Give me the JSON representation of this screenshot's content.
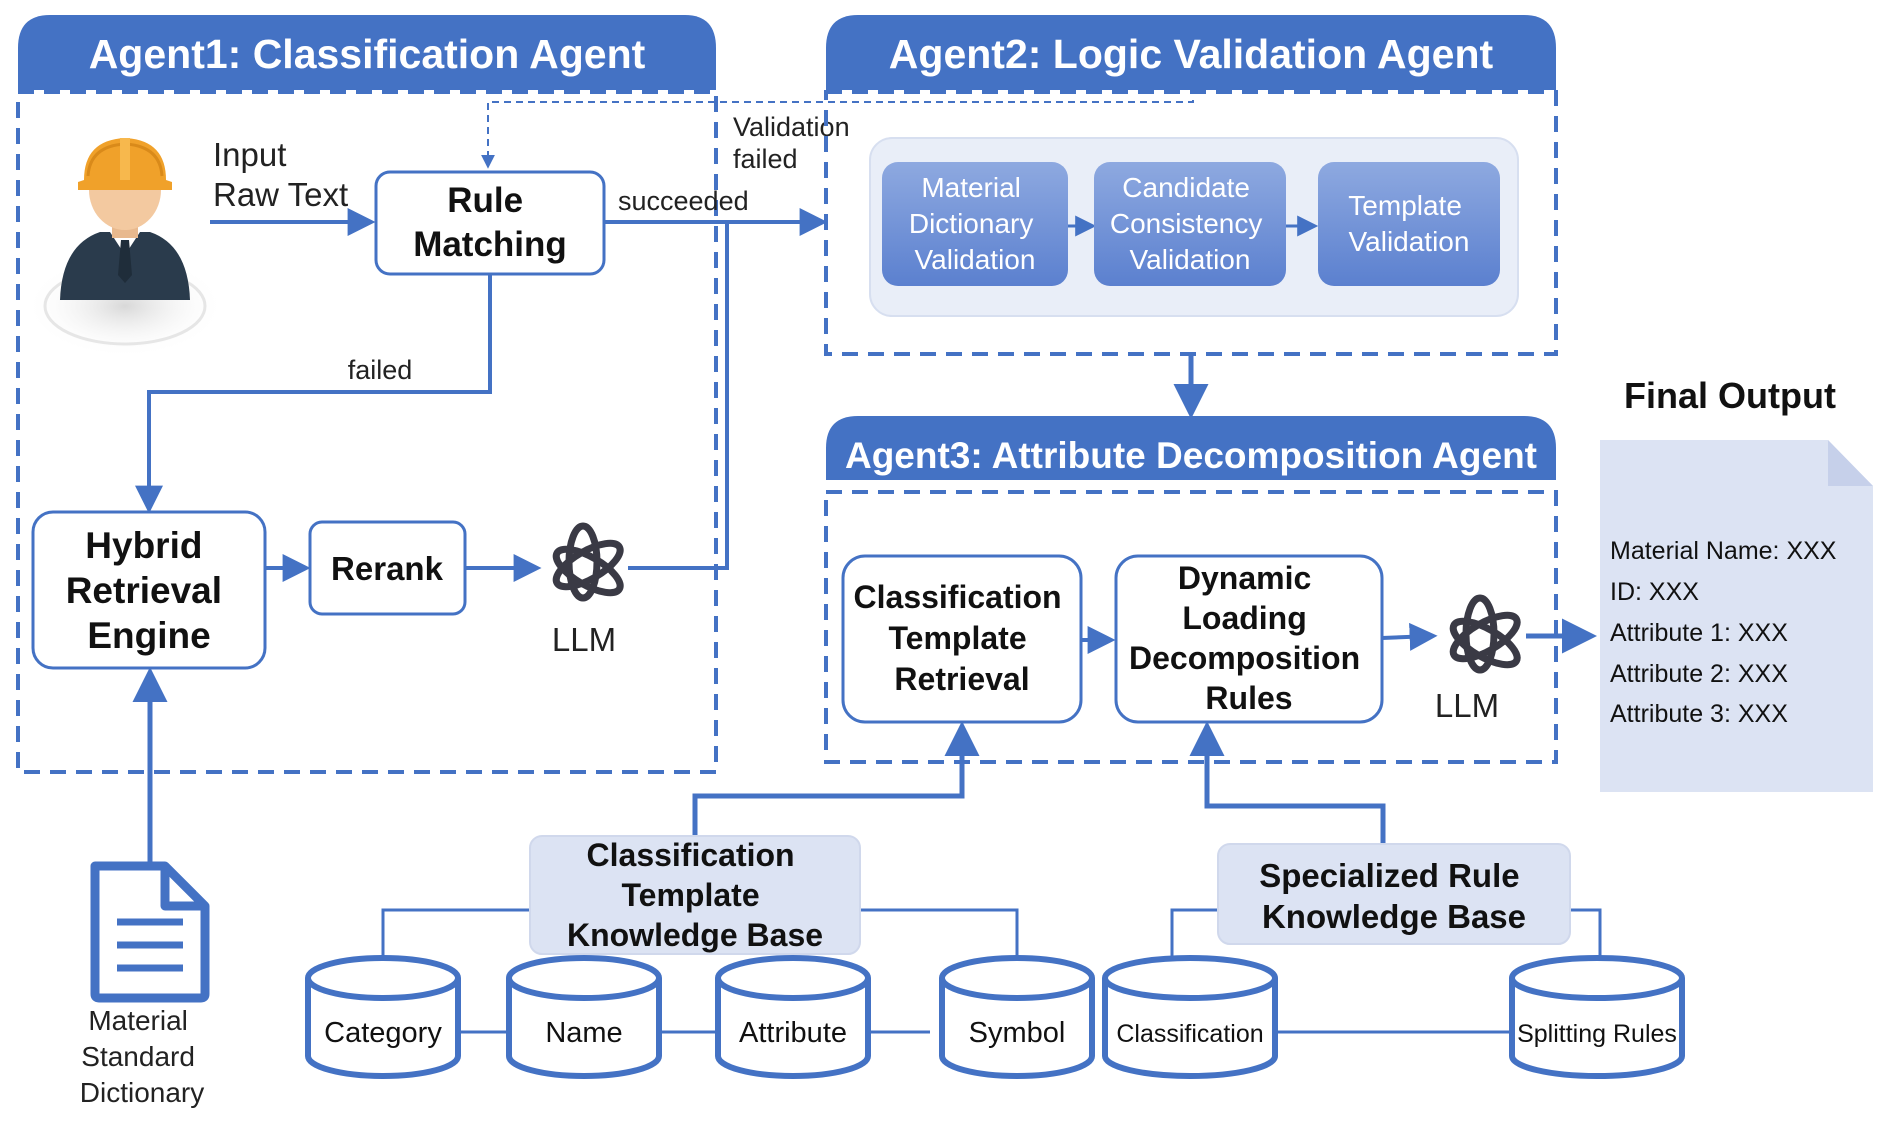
{
  "agent1": {
    "title": "Agent1: Classification Agent",
    "input_label": [
      "Input",
      "Raw Text"
    ],
    "rule_matching": [
      "Rule",
      "Matching"
    ],
    "succeeded_label": "succeeded",
    "failed_label": "failed",
    "hybrid_retrieval": [
      "Hybrid",
      "Retrieval",
      "Engine"
    ],
    "rerank": "Rerank",
    "llm": "LLM"
  },
  "agent2": {
    "title": "Agent2: Logic Validation Agent",
    "validation_failed": [
      "Validation",
      "failed"
    ],
    "steps": [
      [
        "Material",
        "Dictionary",
        "Validation"
      ],
      [
        "Candidate",
        "Consistency",
        "Validation"
      ],
      [
        "Template",
        "Validation"
      ]
    ]
  },
  "agent3": {
    "title": "Agent3: Attribute Decomposition Agent",
    "classification_template_retrieval": [
      "Classification",
      "Template",
      "Retrieval"
    ],
    "dynamic_loading": [
      "Dynamic",
      "Loading",
      "Decomposition",
      "Rules"
    ],
    "llm": "LLM"
  },
  "final_output": {
    "title": "Final Output",
    "lines": [
      "Material Name: XXX",
      "ID: XXX",
      "Attribute 1: XXX",
      "Attribute 2: XXX",
      "Attribute 3: XXX"
    ]
  },
  "material_dictionary": [
    "Material",
    "Standard",
    "Dictionary"
  ],
  "classification_kb": {
    "title": [
      "Classification",
      "Template",
      "Knowledge Base"
    ],
    "items": [
      "Category",
      "Name",
      "Attribute",
      "Symbol"
    ]
  },
  "specialized_kb": {
    "title": [
      "Specialized Rule",
      "Knowledge Base"
    ],
    "items": [
      "Classification",
      "Splitting Rules"
    ]
  },
  "colors": {
    "blue": "#4472C4",
    "light_panel": "#E9EEF8",
    "kb_fill": "#DCE3F3",
    "step_fill": "#7D9BDA"
  }
}
